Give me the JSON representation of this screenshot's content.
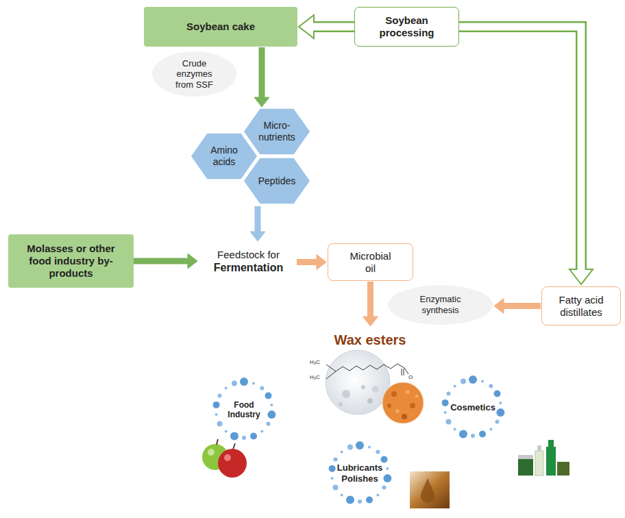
{
  "diagram": {
    "nodes": [
      {
        "text": [
          "Soybean cake"
        ]
      },
      {
        "text": [
          "Soybean processing"
        ]
      },
      {
        "text": [
          "Micro-nutrients"
        ]
      },
      {
        "text": [
          "Amino acids"
        ]
      },
      {
        "text": [
          "Peptides"
        ]
      },
      {
        "text": [
          "Molasses or other food industry by-products"
        ]
      },
      {
        "text": [
          "Feedstock for",
          "Fermentation"
        ]
      },
      {
        "text": [
          "Microbial oil"
        ]
      },
      {
        "text": [
          "Enzymatic synthesis"
        ]
      },
      {
        "text": [
          "Fatty acid distillates"
        ]
      },
      {
        "text": [
          "Wax esters"
        ]
      },
      {
        "text": [
          "Food Industry"
        ]
      },
      {
        "text": [
          "Cosmetics"
        ]
      },
      {
        "text": [
          "Lubricants Polishes"
        ]
      }
    ],
    "edges": [
      {
        "from": 1,
        "to": 0,
        "arrow": "to"
      },
      {
        "from": 0,
        "to": 2,
        "arrow": "to",
        "label": "Crude enzymes from SSF"
      },
      {
        "from": 4,
        "to": 6,
        "arrow": "to"
      },
      {
        "from": 5,
        "to": 6,
        "arrow": "to"
      },
      {
        "from": 6,
        "to": 7,
        "arrow": "to"
      },
      {
        "from": 7,
        "to": 10,
        "arrow": "to"
      },
      {
        "from": 1,
        "to": 9,
        "arrow": "to"
      },
      {
        "from": 9,
        "to": 8,
        "arrow": "to"
      }
    ],
    "labels": [
      "H₃C",
      "H₃C",
      "O"
    ]
  }
}
